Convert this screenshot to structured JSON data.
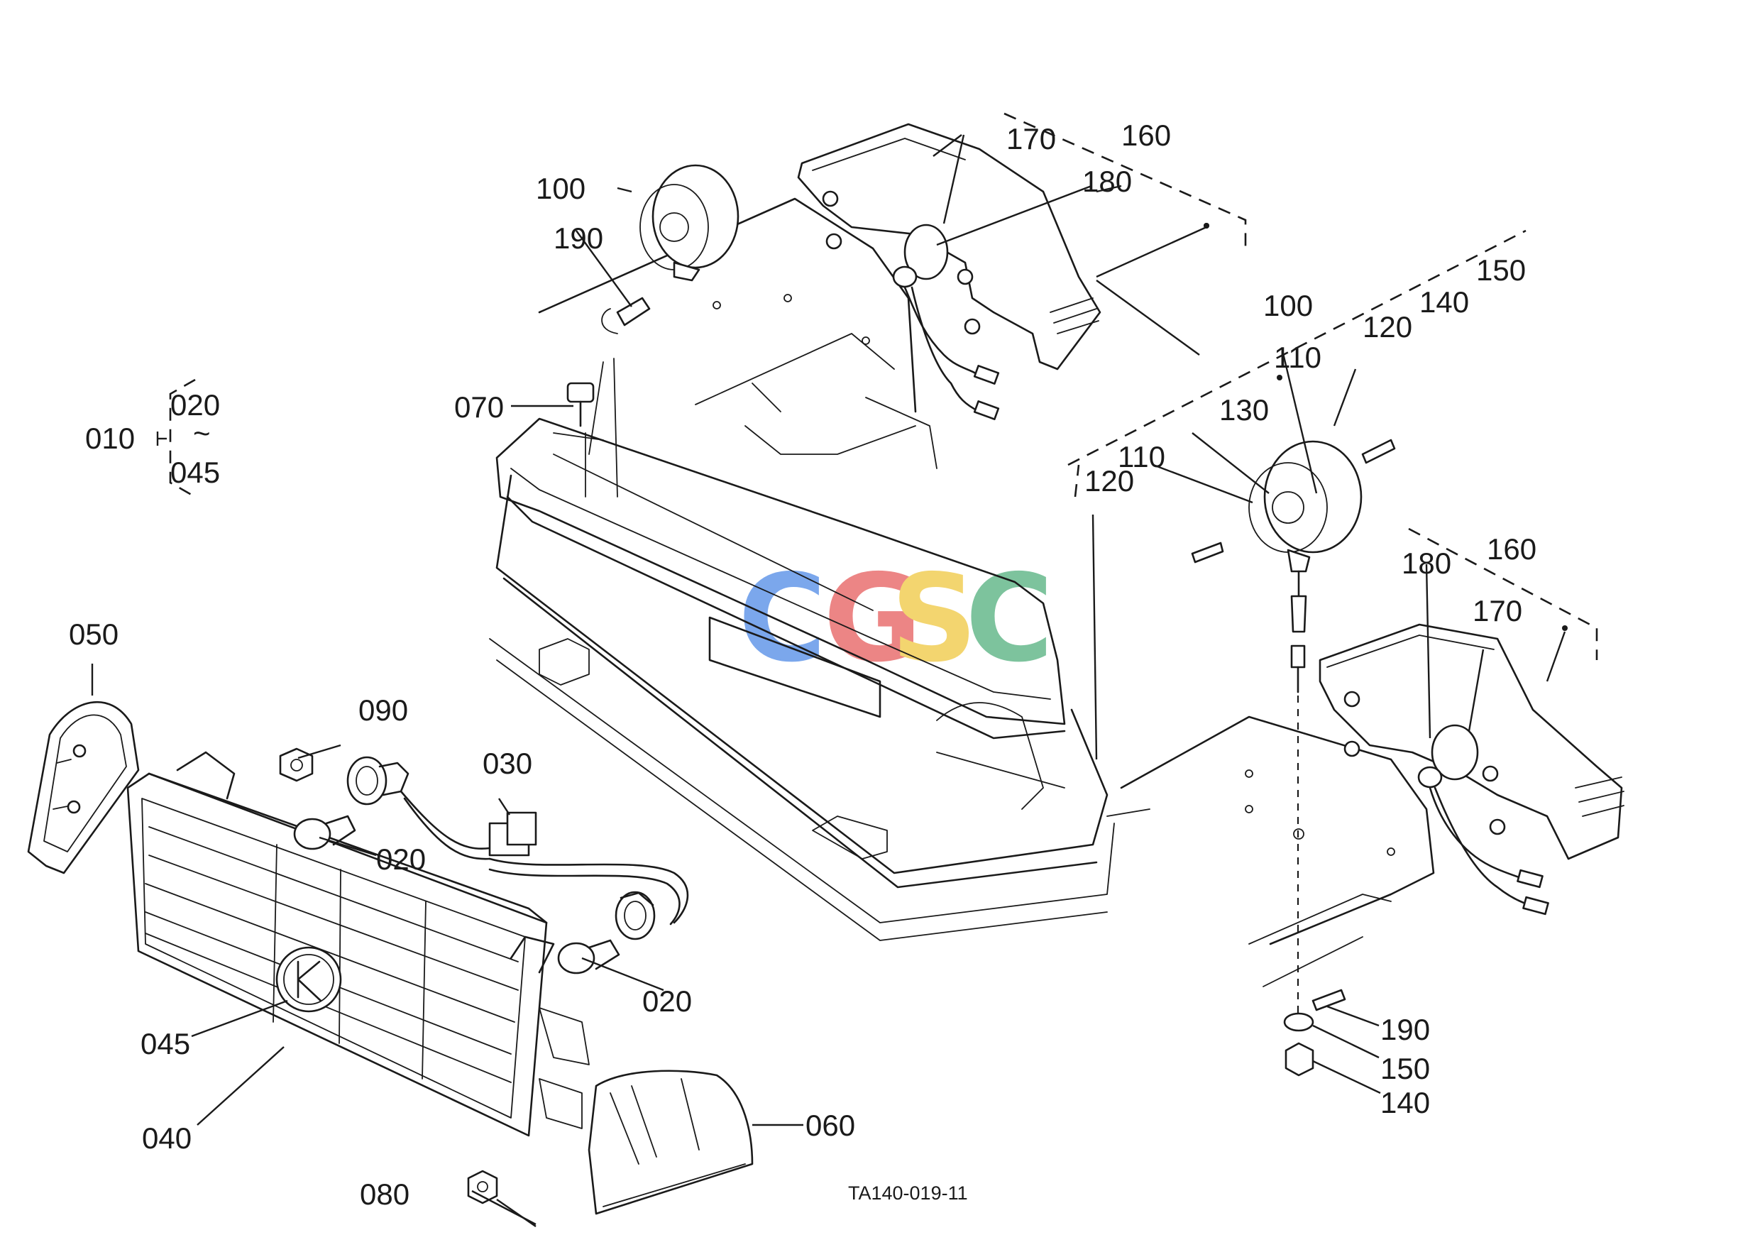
{
  "drawing_code": "TA140-019-11",
  "watermark": {
    "letters": [
      "C",
      "G",
      "S",
      "C"
    ],
    "colors": [
      "#6d9eea",
      "#ea7878",
      "#f2d160",
      "#6fbd93"
    ]
  },
  "labels": {
    "p010": "010",
    "p020_range": "020",
    "range_sep": "~",
    "p045_range": "045",
    "p020_a": "020",
    "p020_b": "020",
    "p030": "030",
    "p040": "040",
    "p045": "045",
    "p050": "050",
    "p060": "060",
    "p070": "070",
    "p080": "080",
    "p090": "090",
    "p100_a": "100",
    "p100_b": "100",
    "p110_a": "110",
    "p110_b": "110",
    "p120_a": "120",
    "p120_b": "120",
    "p130": "130",
    "p140_a": "140",
    "p140_b": "140",
    "p150_a": "150",
    "p150_b": "150",
    "p160_a": "160",
    "p160_b": "160",
    "p170_a": "170",
    "p170_b": "170",
    "p180_a": "180",
    "p180_b": "180",
    "p190_a": "190",
    "p190_b": "190"
  }
}
